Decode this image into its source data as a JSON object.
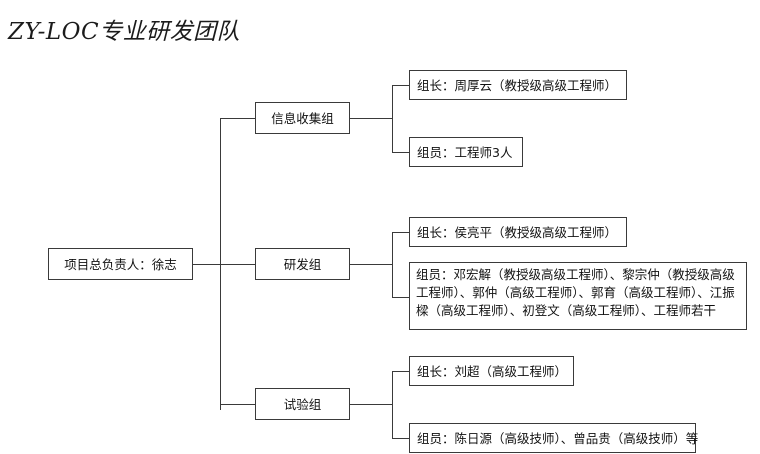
{
  "title": "ZY-LOC专业研发团队",
  "root": {
    "label": "项目总负责人：徐志"
  },
  "groups": [
    {
      "name": "信息收集组",
      "children": [
        {
          "label": "组长：周厚云（教授级高级工程师）"
        },
        {
          "label": "组员：工程师3人"
        }
      ]
    },
    {
      "name": "研发组",
      "children": [
        {
          "label": "组长：侯亮平（教授级高级工程师）"
        },
        {
          "label": "组员：邓宏解（教授级高级工程师）、黎宗仲（教授级高级工程师）、郭仲（高级工程师）、郭育（高级工程师）、江振樑（高级工程师）、初登文（高级工程师）、工程师若干"
        }
      ]
    },
    {
      "name": "试验组",
      "children": [
        {
          "label": "组长：刘超（高级工程师）"
        },
        {
          "label": "组员：陈日源（高级技师）、曾品贵（高级技师）等"
        }
      ]
    }
  ],
  "colors": {
    "border": "#3a3a3a",
    "text": "#111111",
    "background": "#ffffff"
  }
}
